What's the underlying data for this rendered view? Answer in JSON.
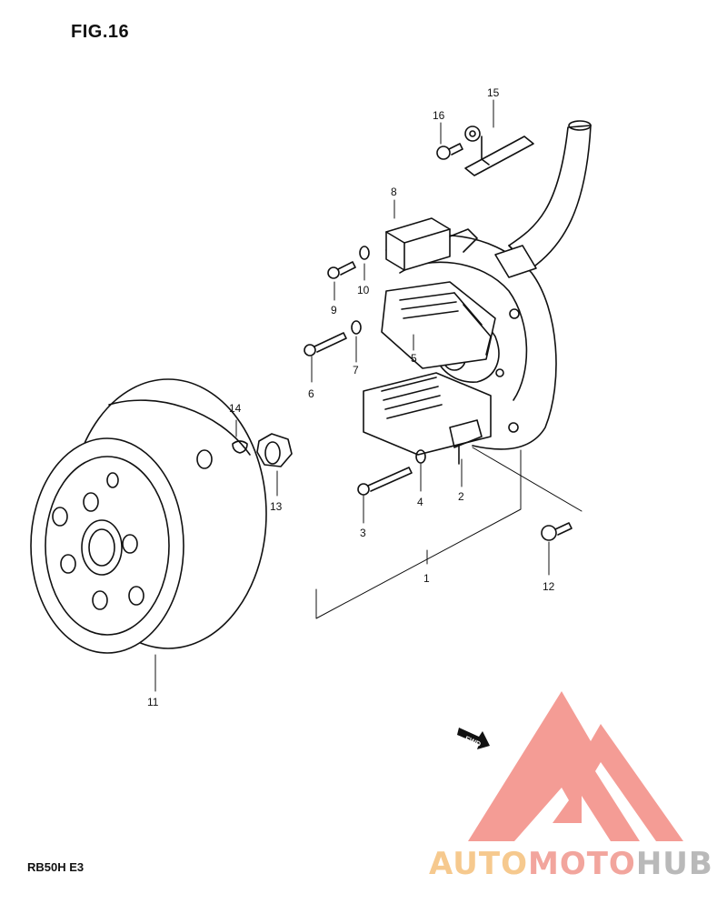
{
  "figure": {
    "title": "FIG.16",
    "model": "RB50H  E3"
  },
  "callouts": [
    "1",
    "2",
    "3",
    "4",
    "5",
    "6",
    "7",
    "8",
    "9",
    "10",
    "11",
    "12",
    "13",
    "14",
    "15",
    "16"
  ],
  "arrow": {
    "label": "FWD"
  },
  "watermark": {
    "part1": "AUTO",
    "part2": "MOTO",
    "part3": "HUB",
    "colors": {
      "triangle": "#f28b82",
      "auto": "#f6c98e",
      "moto": "#f2a59d",
      "hub": "#b9b9b9"
    }
  }
}
